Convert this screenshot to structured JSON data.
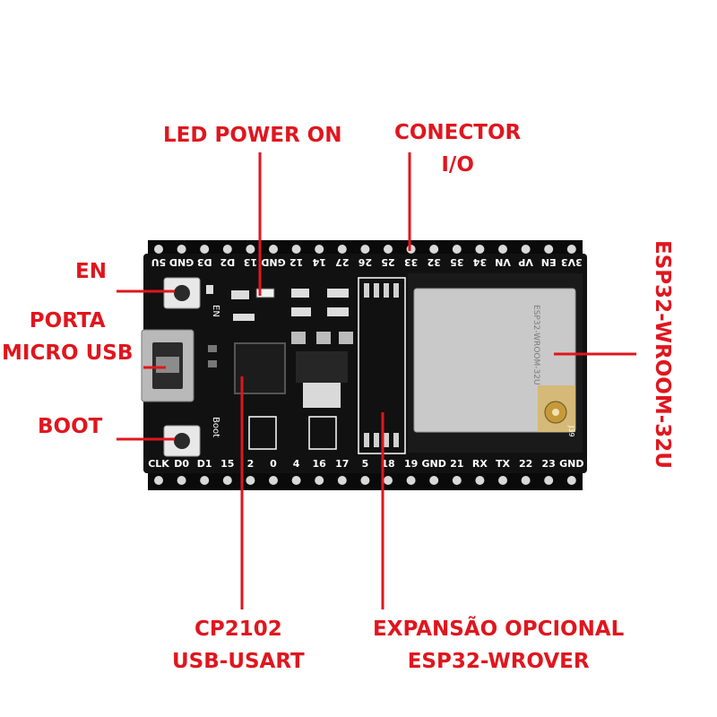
{
  "labels": {
    "led_power_on": "LED POWER ON",
    "conector_line1": "CONECTOR",
    "conector_line2": "I/O",
    "en": "EN",
    "porta_line1": "PORTA",
    "porta_line2": "MICRO USB",
    "boot": "BOOT",
    "cp2102_line1": "CP2102",
    "cp2102_line2": "USB-USART",
    "expansao_line1": "EXPANSÃO OPCIONAL",
    "expansao_line2": "ESP32-WROVER",
    "module": "ESP32-WROOM-32U"
  },
  "board": {
    "top_pins": [
      "5U",
      "GND",
      "D3",
      "D2",
      "13",
      "GND",
      "12",
      "14",
      "27",
      "26",
      "25",
      "33",
      "32",
      "35",
      "34",
      "VN",
      "VP",
      "EN",
      "3V3"
    ],
    "bottom_pins": [
      "CLK",
      "D0",
      "D1",
      "15",
      "2",
      "0",
      "4",
      "16",
      "17",
      "5",
      "18",
      "19",
      "GND",
      "21",
      "RX",
      "TX",
      "22",
      "23",
      "GND"
    ],
    "silk_en": "EN",
    "silk_boot": "Boot",
    "shield_text": "ESP32-WROOM-32U",
    "antenna_label": "J39"
  },
  "colors": {
    "callout": "#e0161e",
    "board": "#111111",
    "shield": "#c9c9c9"
  }
}
